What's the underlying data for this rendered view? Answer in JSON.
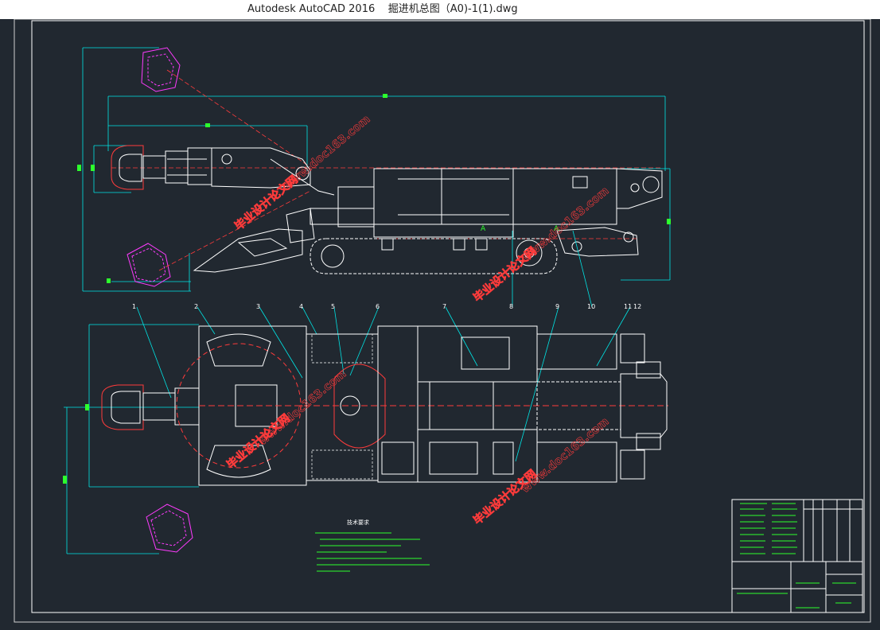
{
  "window": {
    "app_name": "Autodesk AutoCAD 2016",
    "file_name": "掘进机总图（A0)-1(1).dwg"
  },
  "part_callouts": [
    "1",
    "2",
    "3",
    "4",
    "5",
    "6",
    "7",
    "8",
    "9",
    "10",
    "11",
    "12"
  ],
  "section_marks": [
    "A",
    "A"
  ],
  "technical_requirements": {
    "title": "技术要求"
  },
  "watermarks": [
    "www.doc163.com",
    "毕业设计论文网"
  ],
  "colors": {
    "background": "#212830",
    "line": "#ffffff",
    "dimension": "#00e5e5",
    "hatch_red": "#ff3b3b",
    "magenta": "#ff3bff",
    "green": "#2dff2d"
  }
}
